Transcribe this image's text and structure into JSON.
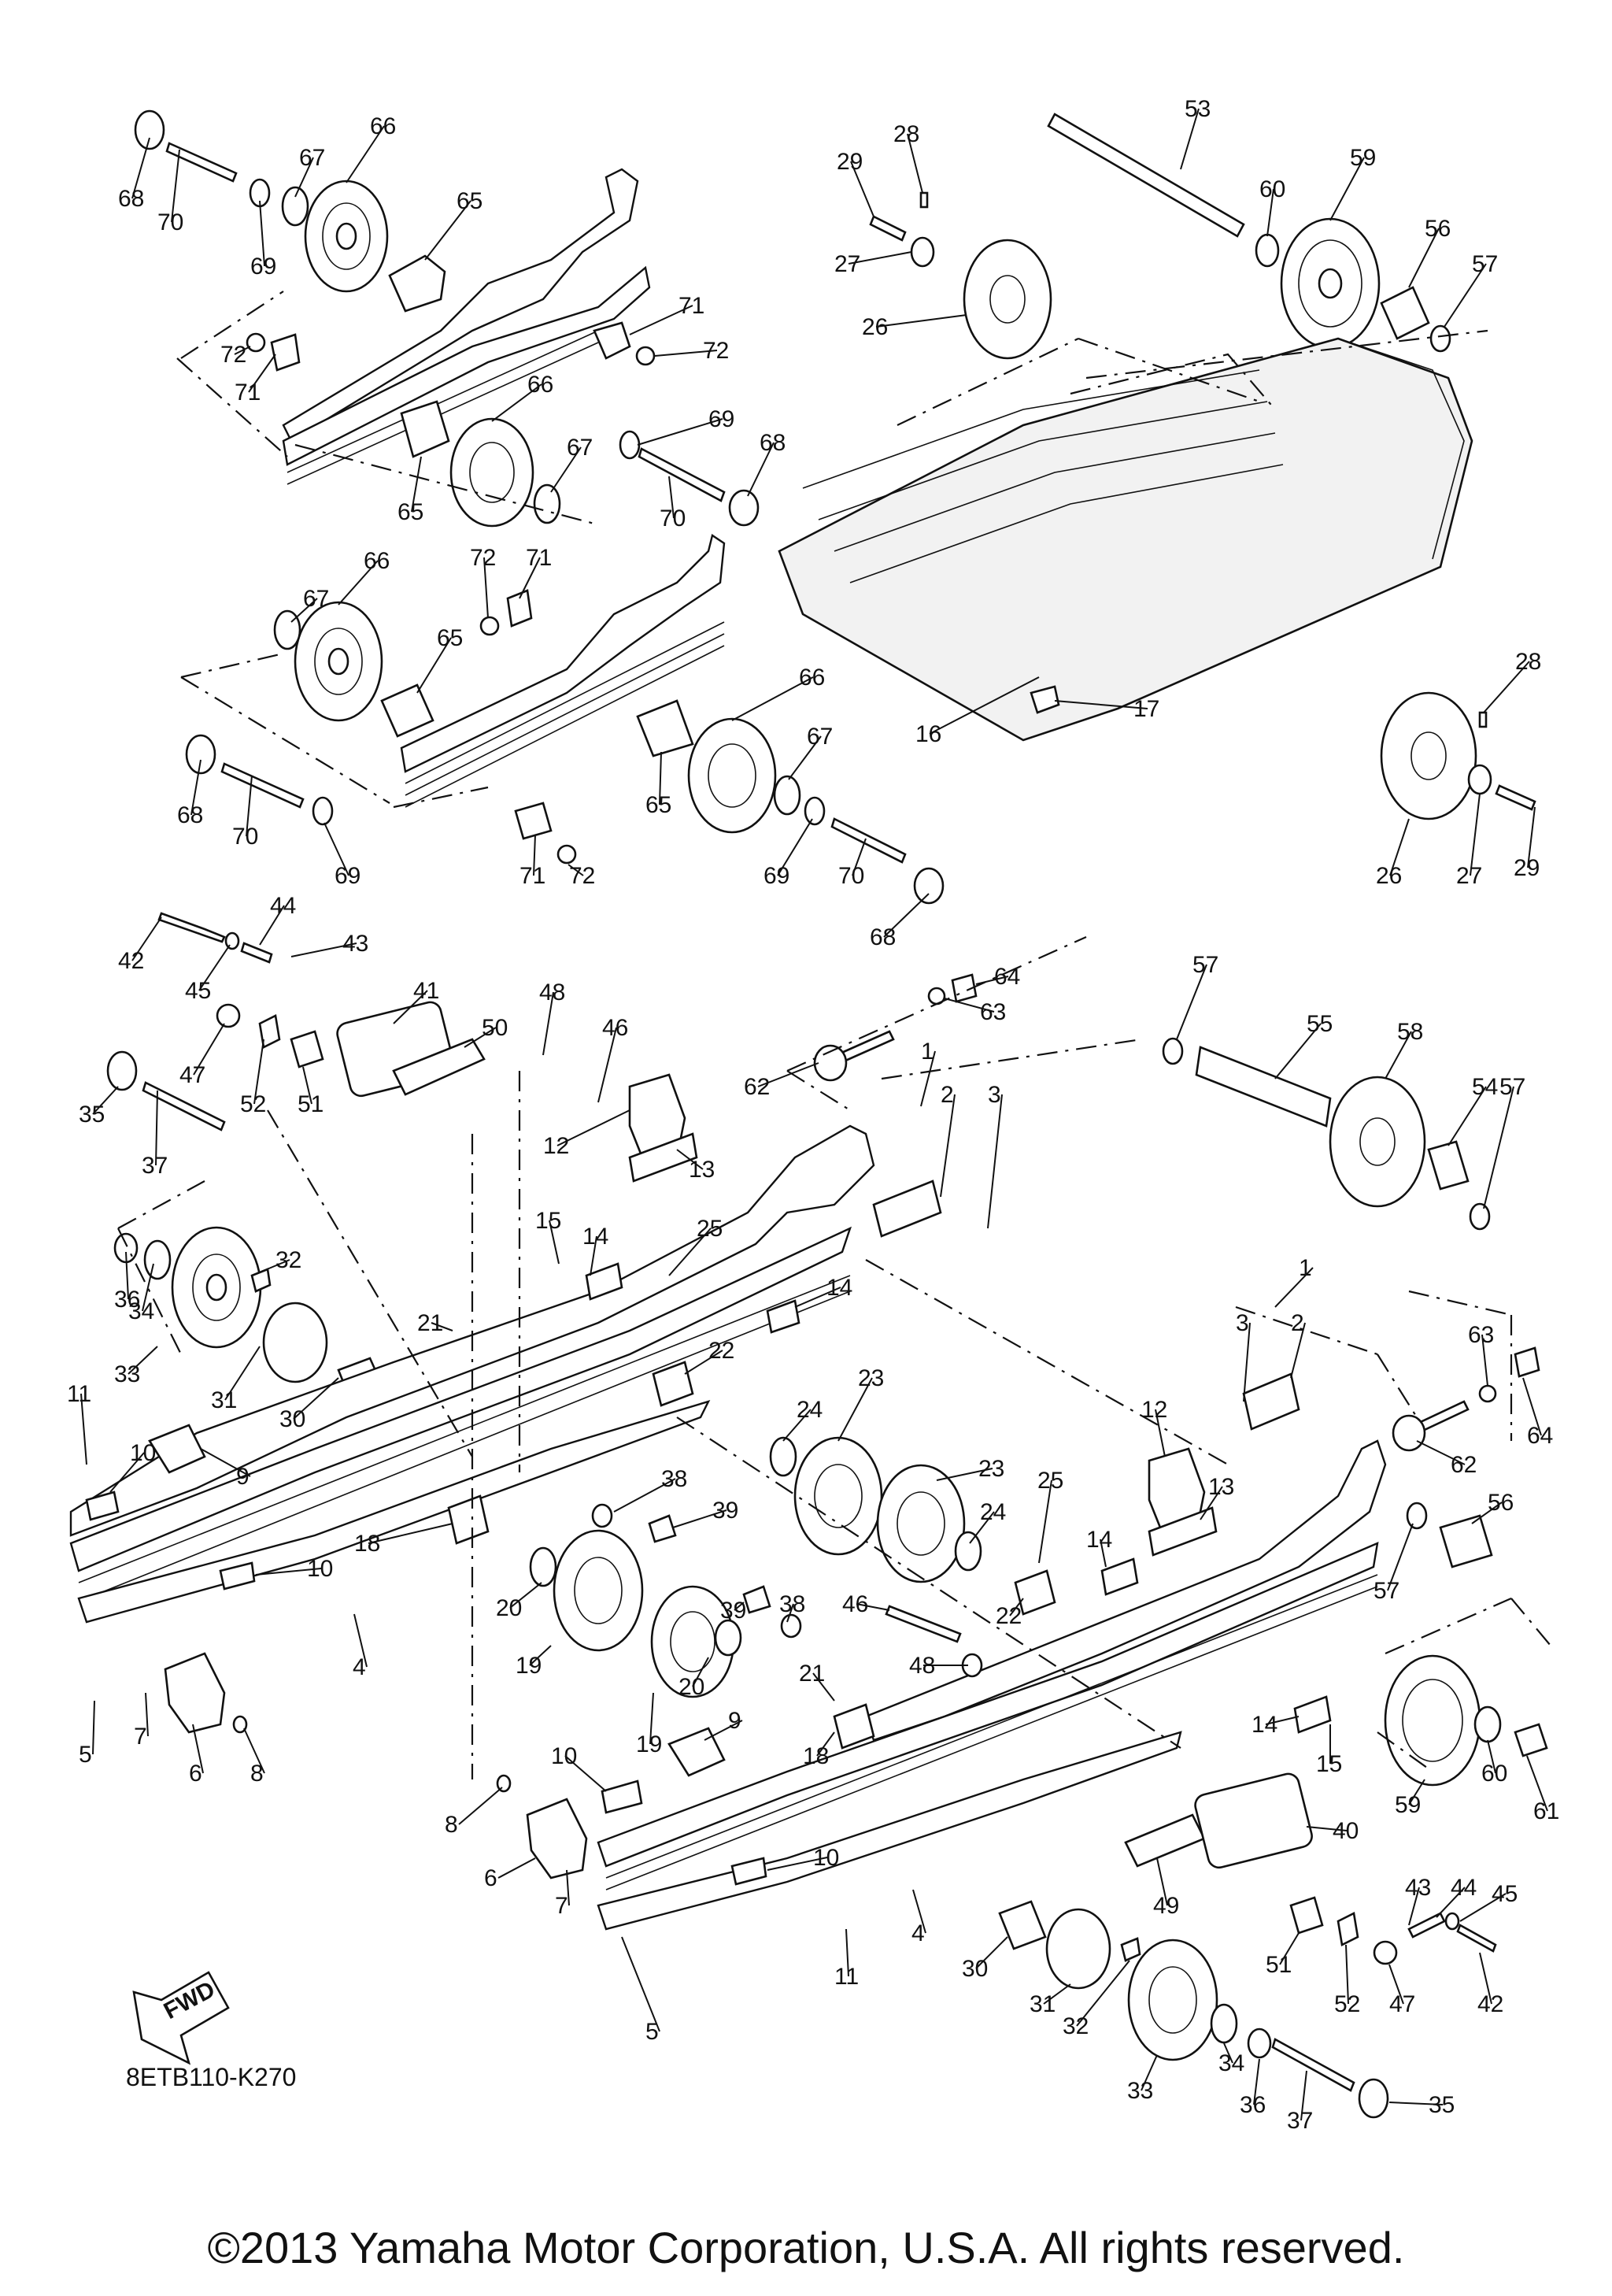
{
  "diagram": {
    "drawing_code": "8ETB110-K270",
    "fwd_label": "FWD",
    "copyright": "©2013 Yamaha Motor Corporation, U.S.A. All rights reserved.",
    "callouts": [
      {
        "id": "c1",
        "label": "68"
      },
      {
        "id": "c2",
        "label": "70"
      },
      {
        "id": "c3",
        "label": "69"
      },
      {
        "id": "c4",
        "label": "67"
      },
      {
        "id": "c5",
        "label": "66"
      },
      {
        "id": "c6",
        "label": "65"
      },
      {
        "id": "c7",
        "label": "71"
      },
      {
        "id": "c8",
        "label": "72"
      },
      {
        "id": "c9",
        "label": "72"
      },
      {
        "id": "c10",
        "label": "71"
      },
      {
        "id": "c11",
        "label": "65"
      },
      {
        "id": "c12",
        "label": "66"
      },
      {
        "id": "c13",
        "label": "67"
      },
      {
        "id": "c14",
        "label": "69"
      },
      {
        "id": "c15",
        "label": "68"
      },
      {
        "id": "c16",
        "label": "70"
      },
      {
        "id": "c17",
        "label": "66"
      },
      {
        "id": "c18",
        "label": "67"
      },
      {
        "id": "c19",
        "label": "65"
      },
      {
        "id": "c20",
        "label": "72"
      },
      {
        "id": "c21",
        "label": "71"
      },
      {
        "id": "c22",
        "label": "68"
      },
      {
        "id": "c23",
        "label": "70"
      },
      {
        "id": "c24",
        "label": "69"
      },
      {
        "id": "c25",
        "label": "71"
      },
      {
        "id": "c26",
        "label": "72"
      },
      {
        "id": "c27",
        "label": "65"
      },
      {
        "id": "c28",
        "label": "66"
      },
      {
        "id": "c29",
        "label": "67"
      },
      {
        "id": "c30",
        "label": "69"
      },
      {
        "id": "c31",
        "label": "70"
      },
      {
        "id": "c32",
        "label": "68"
      },
      {
        "id": "c33",
        "label": "53"
      },
      {
        "id": "c34",
        "label": "59"
      },
      {
        "id": "c35",
        "label": "60"
      },
      {
        "id": "c36",
        "label": "56"
      },
      {
        "id": "c37",
        "label": "57"
      },
      {
        "id": "c38",
        "label": "28"
      },
      {
        "id": "c39",
        "label": "29"
      },
      {
        "id": "c40",
        "label": "27"
      },
      {
        "id": "c41",
        "label": "26"
      },
      {
        "id": "c42",
        "label": "17"
      },
      {
        "id": "c43",
        "label": "16"
      },
      {
        "id": "c44",
        "label": "28"
      },
      {
        "id": "c45",
        "label": "27"
      },
      {
        "id": "c46",
        "label": "26"
      },
      {
        "id": "c47",
        "label": "29"
      },
      {
        "id": "c48",
        "label": "44"
      },
      {
        "id": "c49",
        "label": "43"
      },
      {
        "id": "c50",
        "label": "42"
      },
      {
        "id": "c51",
        "label": "45"
      },
      {
        "id": "c52",
        "label": "41"
      },
      {
        "id": "c53",
        "label": "47"
      },
      {
        "id": "c54",
        "label": "52"
      },
      {
        "id": "c55",
        "label": "51"
      },
      {
        "id": "c56",
        "label": "35"
      },
      {
        "id": "c57",
        "label": "37"
      },
      {
        "id": "c58",
        "label": "48"
      },
      {
        "id": "c59",
        "label": "46"
      },
      {
        "id": "c60",
        "label": "50"
      },
      {
        "id": "c61",
        "label": "64"
      },
      {
        "id": "c62",
        "label": "63"
      },
      {
        "id": "c63",
        "label": "62"
      },
      {
        "id": "c64",
        "label": "1"
      },
      {
        "id": "c65",
        "label": "2"
      },
      {
        "id": "c66",
        "label": "3"
      },
      {
        "id": "c67",
        "label": "57"
      },
      {
        "id": "c68",
        "label": "55"
      },
      {
        "id": "c69",
        "label": "58"
      },
      {
        "id": "c70",
        "label": "54"
      },
      {
        "id": "c71",
        "label": "57"
      },
      {
        "id": "c72",
        "label": "12"
      },
      {
        "id": "c73",
        "label": "13"
      },
      {
        "id": "c74",
        "label": "15"
      },
      {
        "id": "c75",
        "label": "14"
      },
      {
        "id": "c76",
        "label": "25"
      },
      {
        "id": "c77",
        "label": "14"
      },
      {
        "id": "c78",
        "label": "36"
      },
      {
        "id": "c79",
        "label": "34"
      },
      {
        "id": "c80",
        "label": "32"
      },
      {
        "id": "c81",
        "label": "33"
      },
      {
        "id": "c82",
        "label": "21"
      },
      {
        "id": "c83",
        "label": "22"
      },
      {
        "id": "c84",
        "label": "31"
      },
      {
        "id": "c85",
        "label": "30"
      },
      {
        "id": "c86",
        "label": "23"
      },
      {
        "id": "c87",
        "label": "24"
      },
      {
        "id": "c88",
        "label": "11"
      },
      {
        "id": "c89",
        "label": "10"
      },
      {
        "id": "c90",
        "label": "9"
      },
      {
        "id": "c91",
        "label": "38"
      },
      {
        "id": "c92",
        "label": "39"
      },
      {
        "id": "c93",
        "label": "18"
      },
      {
        "id": "c94",
        "label": "10"
      },
      {
        "id": "c95",
        "label": "20"
      },
      {
        "id": "c96",
        "label": "19"
      },
      {
        "id": "c97",
        "label": "4"
      },
      {
        "id": "c98",
        "label": "5"
      },
      {
        "id": "c99",
        "label": "7"
      },
      {
        "id": "c100",
        "label": "6"
      },
      {
        "id": "c101",
        "label": "8"
      },
      {
        "id": "c102",
        "label": "1"
      },
      {
        "id": "c103",
        "label": "2"
      },
      {
        "id": "c104",
        "label": "3"
      },
      {
        "id": "c105",
        "label": "63"
      },
      {
        "id": "c106",
        "label": "64"
      },
      {
        "id": "c107",
        "label": "62"
      },
      {
        "id": "c108",
        "label": "12"
      },
      {
        "id": "c109",
        "label": "13"
      },
      {
        "id": "c110",
        "label": "56"
      },
      {
        "id": "c111",
        "label": "57"
      },
      {
        "id": "c112",
        "label": "23"
      },
      {
        "id": "c113",
        "label": "24"
      },
      {
        "id": "c114",
        "label": "25"
      },
      {
        "id": "c115",
        "label": "14"
      },
      {
        "id": "c116",
        "label": "22"
      },
      {
        "id": "c117",
        "label": "39"
      },
      {
        "id": "c118",
        "label": "38"
      },
      {
        "id": "c119",
        "label": "46"
      },
      {
        "id": "c120",
        "label": "48"
      },
      {
        "id": "c121",
        "label": "20"
      },
      {
        "id": "c122",
        "label": "19"
      },
      {
        "id": "c123",
        "label": "21"
      },
      {
        "id": "c124",
        "label": "9"
      },
      {
        "id": "c125",
        "label": "18"
      },
      {
        "id": "c126",
        "label": "14"
      },
      {
        "id": "c127",
        "label": "15"
      },
      {
        "id": "c128",
        "label": "59"
      },
      {
        "id": "c129",
        "label": "60"
      },
      {
        "id": "c130",
        "label": "61"
      },
      {
        "id": "c131",
        "label": "10"
      },
      {
        "id": "c132",
        "label": "8"
      },
      {
        "id": "c133",
        "label": "6"
      },
      {
        "id": "c134",
        "label": "7"
      },
      {
        "id": "c135",
        "label": "10"
      },
      {
        "id": "c136",
        "label": "49"
      },
      {
        "id": "c137",
        "label": "40"
      },
      {
        "id": "c138",
        "label": "43"
      },
      {
        "id": "c139",
        "label": "44"
      },
      {
        "id": "c140",
        "label": "45"
      },
      {
        "id": "c141",
        "label": "42"
      },
      {
        "id": "c142",
        "label": "4"
      },
      {
        "id": "c143",
        "label": "11"
      },
      {
        "id": "c144",
        "label": "5"
      },
      {
        "id": "c145",
        "label": "30"
      },
      {
        "id": "c146",
        "label": "31"
      },
      {
        "id": "c147",
        "label": "32"
      },
      {
        "id": "c148",
        "label": "51"
      },
      {
        "id": "c149",
        "label": "52"
      },
      {
        "id": "c150",
        "label": "47"
      },
      {
        "id": "c151",
        "label": "33"
      },
      {
        "id": "c152",
        "label": "34"
      },
      {
        "id": "c153",
        "label": "36"
      },
      {
        "id": "c154",
        "label": "37"
      },
      {
        "id": "c155",
        "label": "35"
      }
    ]
  }
}
